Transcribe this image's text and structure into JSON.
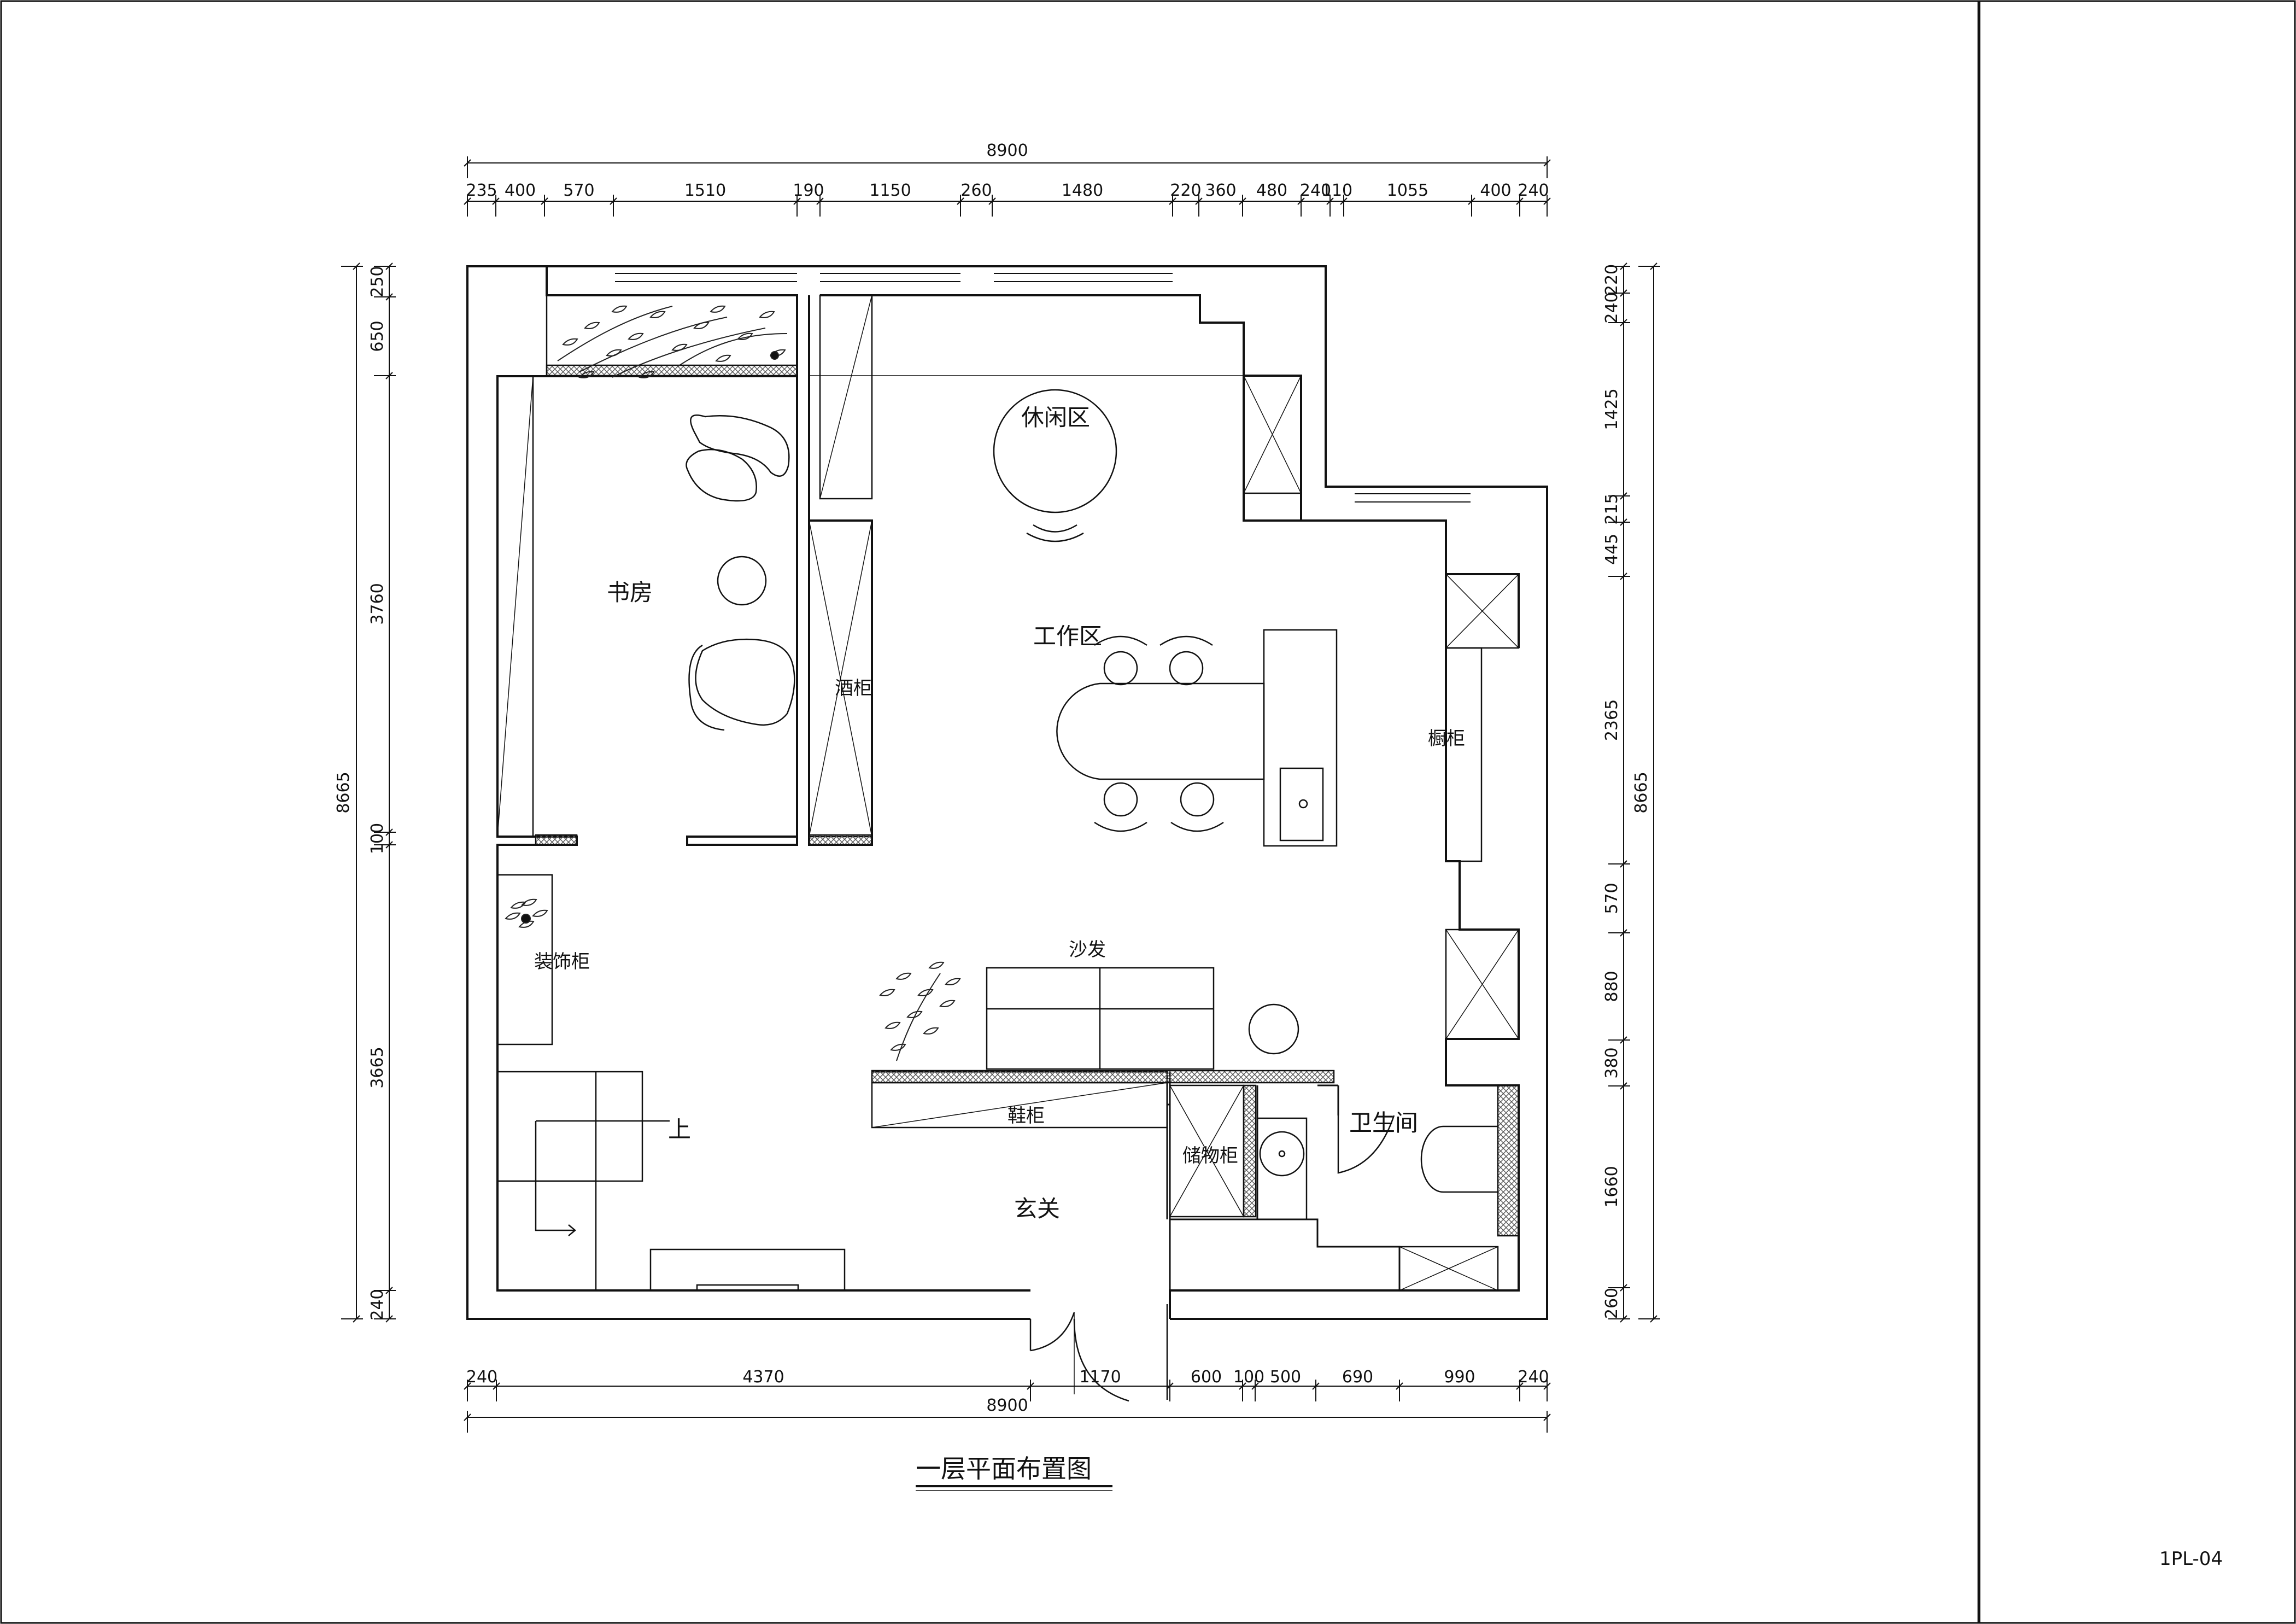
{
  "drawing": {
    "title": "一层平面布置图",
    "sheet_code": "1PL-04"
  },
  "rooms": {
    "study": "书房",
    "leisure": "休闲区",
    "workspace": "工作区",
    "wine_cabinet": "酒柜",
    "kitchen_cabinet": "橱柜",
    "decor_cabinet": "装饰柜",
    "sofa": "沙发",
    "up": "上",
    "shoe_cabinet": "鞋柜",
    "storage_cabinet": "储物柜",
    "bathroom": "卫生间",
    "foyer": "玄关"
  },
  "dimensions": {
    "top_total": "8900",
    "top": [
      "235",
      "400",
      "570",
      "1510",
      "190",
      "1150",
      "260",
      "1480",
      "220",
      "360",
      "480",
      "240",
      "110",
      "1055",
      "400",
      "240"
    ],
    "bottom_total": "8900",
    "bottom": [
      "240",
      "4370",
      "1170",
      "600",
      "100",
      "500",
      "690",
      "990",
      "240"
    ],
    "left_total": "8665",
    "left": [
      "250",
      "650",
      "3760",
      "100",
      "3665",
      "240"
    ],
    "right_total": "8665",
    "right": [
      "220",
      "240",
      "1425",
      "215",
      "445",
      "2365",
      "570",
      "880",
      "380",
      "1660",
      "260"
    ]
  },
  "colors": {
    "line": "#111111",
    "background": "#ffffff",
    "hatch": "#555555"
  }
}
